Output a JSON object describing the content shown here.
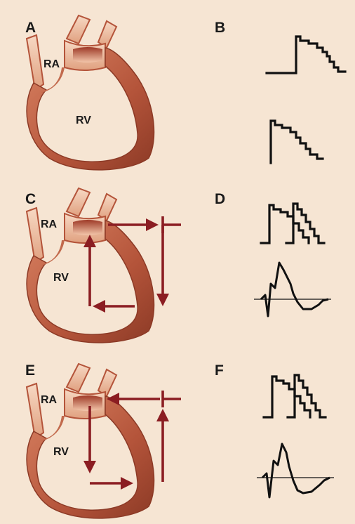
{
  "figure": {
    "background_color": "#f6e5d3",
    "heart_color": "#b4543a",
    "heart_highlight_color": "#f2c6aa",
    "arrow_color": "#8b1d22",
    "trace_color": "#111111"
  },
  "panels": {
    "a": {
      "letter": "A",
      "ra_label": "RA",
      "rv_label": "RV"
    },
    "b": {
      "letter": "B"
    },
    "c": {
      "letter": "C",
      "ra_label": "RA",
      "rv_label": "RV"
    },
    "d": {
      "letter": "D"
    },
    "e": {
      "letter": "E",
      "ra_label": "RA",
      "rv_label": "RV"
    },
    "f": {
      "letter": "F"
    }
  }
}
